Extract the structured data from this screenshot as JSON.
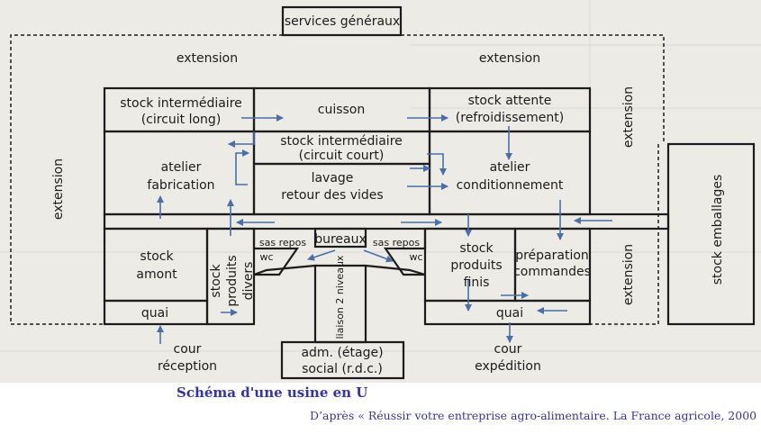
{
  "caption": {
    "title": "Schéma d'une usine en U",
    "source": "D’après « Réussir votre entreprise agro-alimentaire. La France agricole, 2000"
  },
  "labels": {
    "services_generaux": "services généraux",
    "extension_top_left": "extension",
    "extension_top_right": "extension",
    "extension_left": "extension",
    "extension_right_upper": "extension",
    "extension_right_lower": "extension",
    "stock_intermediaire_long_1": "stock intermédiaire",
    "stock_intermediaire_long_2": "(circuit long)",
    "cuisson": "cuisson",
    "stock_attente_1": "stock attente",
    "stock_attente_2": "(refroidissement)",
    "stock_intermediaire_court_1": "stock intermédiaire",
    "stock_intermediaire_court_2": "(circuit court)",
    "atelier_fabrication_1": "atelier",
    "atelier_fabrication_2": "fabrication",
    "lavage_1": "lavage",
    "lavage_2": "retour des vides",
    "atelier_conditionnement_1": "atelier",
    "atelier_conditionnement_2": "conditionnement",
    "stock_emballages": "stock emballages",
    "bureaux": "bureaux",
    "sas_left": "sas repos",
    "wc_left": "wc",
    "sas_right": "sas repos",
    "wc_right": "wc",
    "stock_amont_1": "stock",
    "stock_amont_2": "amont",
    "stock_divers_1": "stock",
    "stock_divers_2": "produits",
    "stock_divers_3": "divers",
    "liaison": "liaison 2 niveaux",
    "stock_finis_1": "stock",
    "stock_finis_2": "produits",
    "stock_finis_3": "finis",
    "preparation_1": "préparation",
    "preparation_2": "commandes",
    "quai_left": "quai",
    "quai_right": "quai",
    "cour_reception_1": "cour",
    "cour_reception_2": "réception",
    "adm_1": "adm. (étage)",
    "adm_2": "social (r.d.c.)",
    "cour_expedition_1": "cour",
    "cour_expedition_2": "expédition"
  },
  "colors": {
    "line": "#1c1c1c",
    "arrow": "#4a6fa8",
    "caption": "#3434a8",
    "paper": "#ecebe6"
  }
}
